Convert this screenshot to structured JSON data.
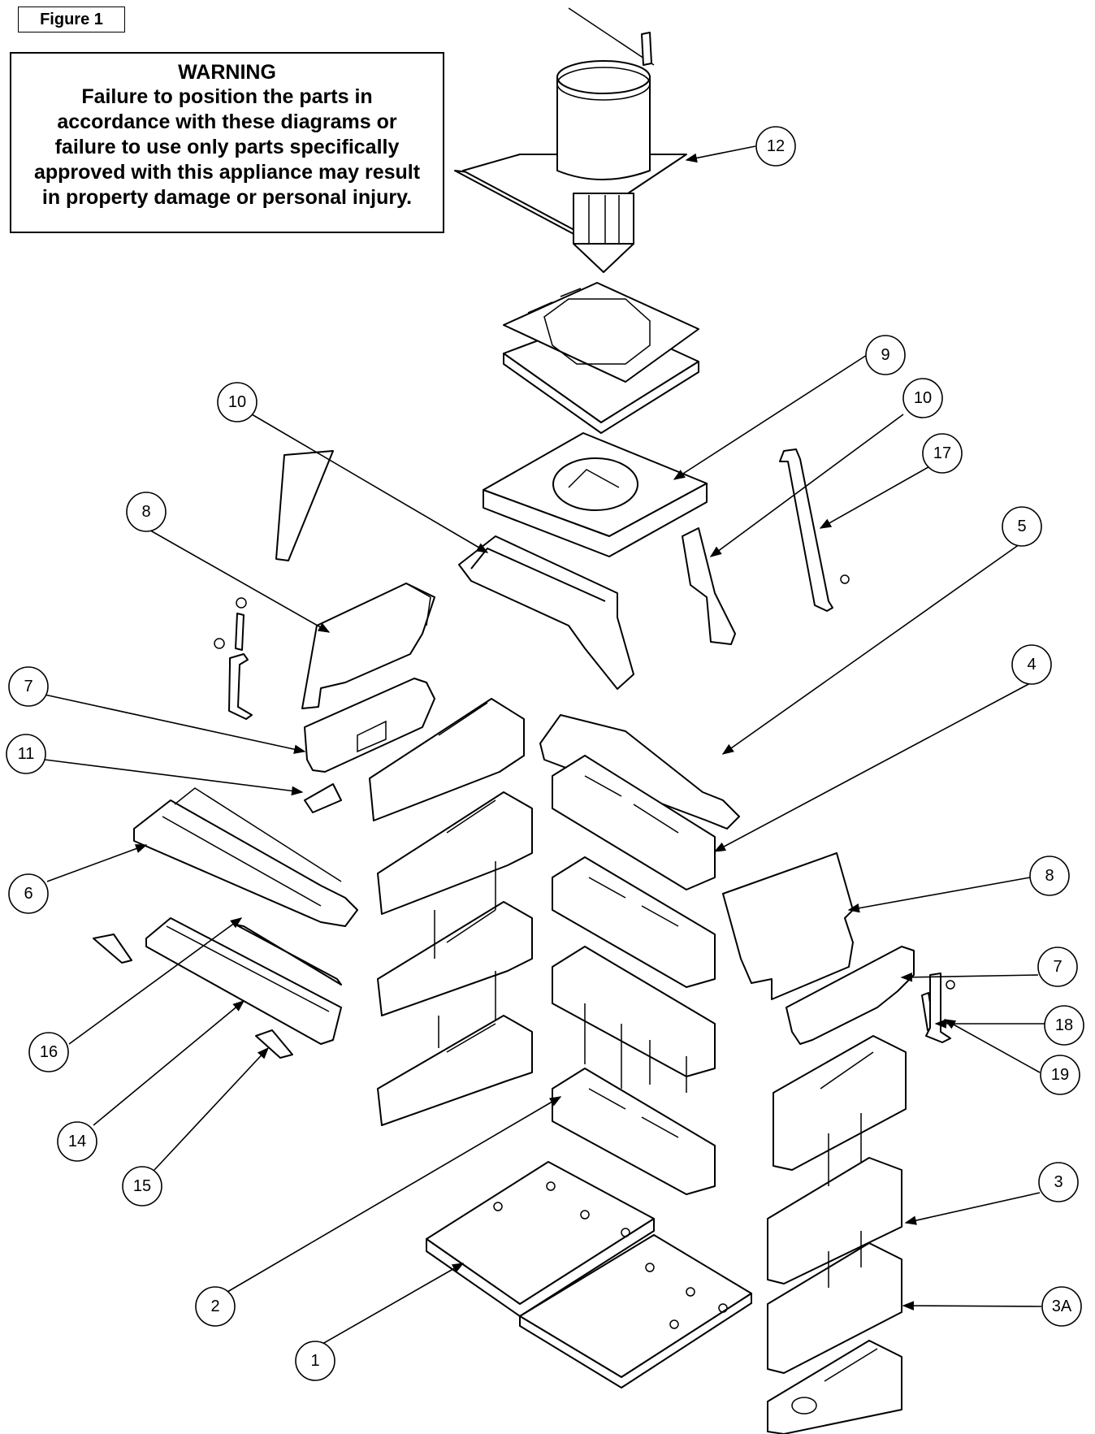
{
  "figure_label": "Figure 1",
  "warning": {
    "title": "WARNING",
    "lines": [
      "Failure to position the parts in",
      "accordance with these diagrams or",
      "failure to use only parts specifically",
      "approved with this appliance may result",
      "in property damage or personal injury."
    ]
  },
  "callouts": {
    "c12": "12",
    "c9": "9",
    "c10a": "10",
    "c10b": "10",
    "c17": "17",
    "c8a": "8",
    "c5": "5",
    "c4": "4",
    "c7a": "7",
    "c11": "11",
    "c6": "6",
    "c8b": "8",
    "c7b": "7",
    "c18": "18",
    "c16": "16",
    "c19": "19",
    "c14": "14",
    "c15": "15",
    "c2": "2",
    "c3": "3",
    "c1": "1",
    "c3a": "3A"
  }
}
